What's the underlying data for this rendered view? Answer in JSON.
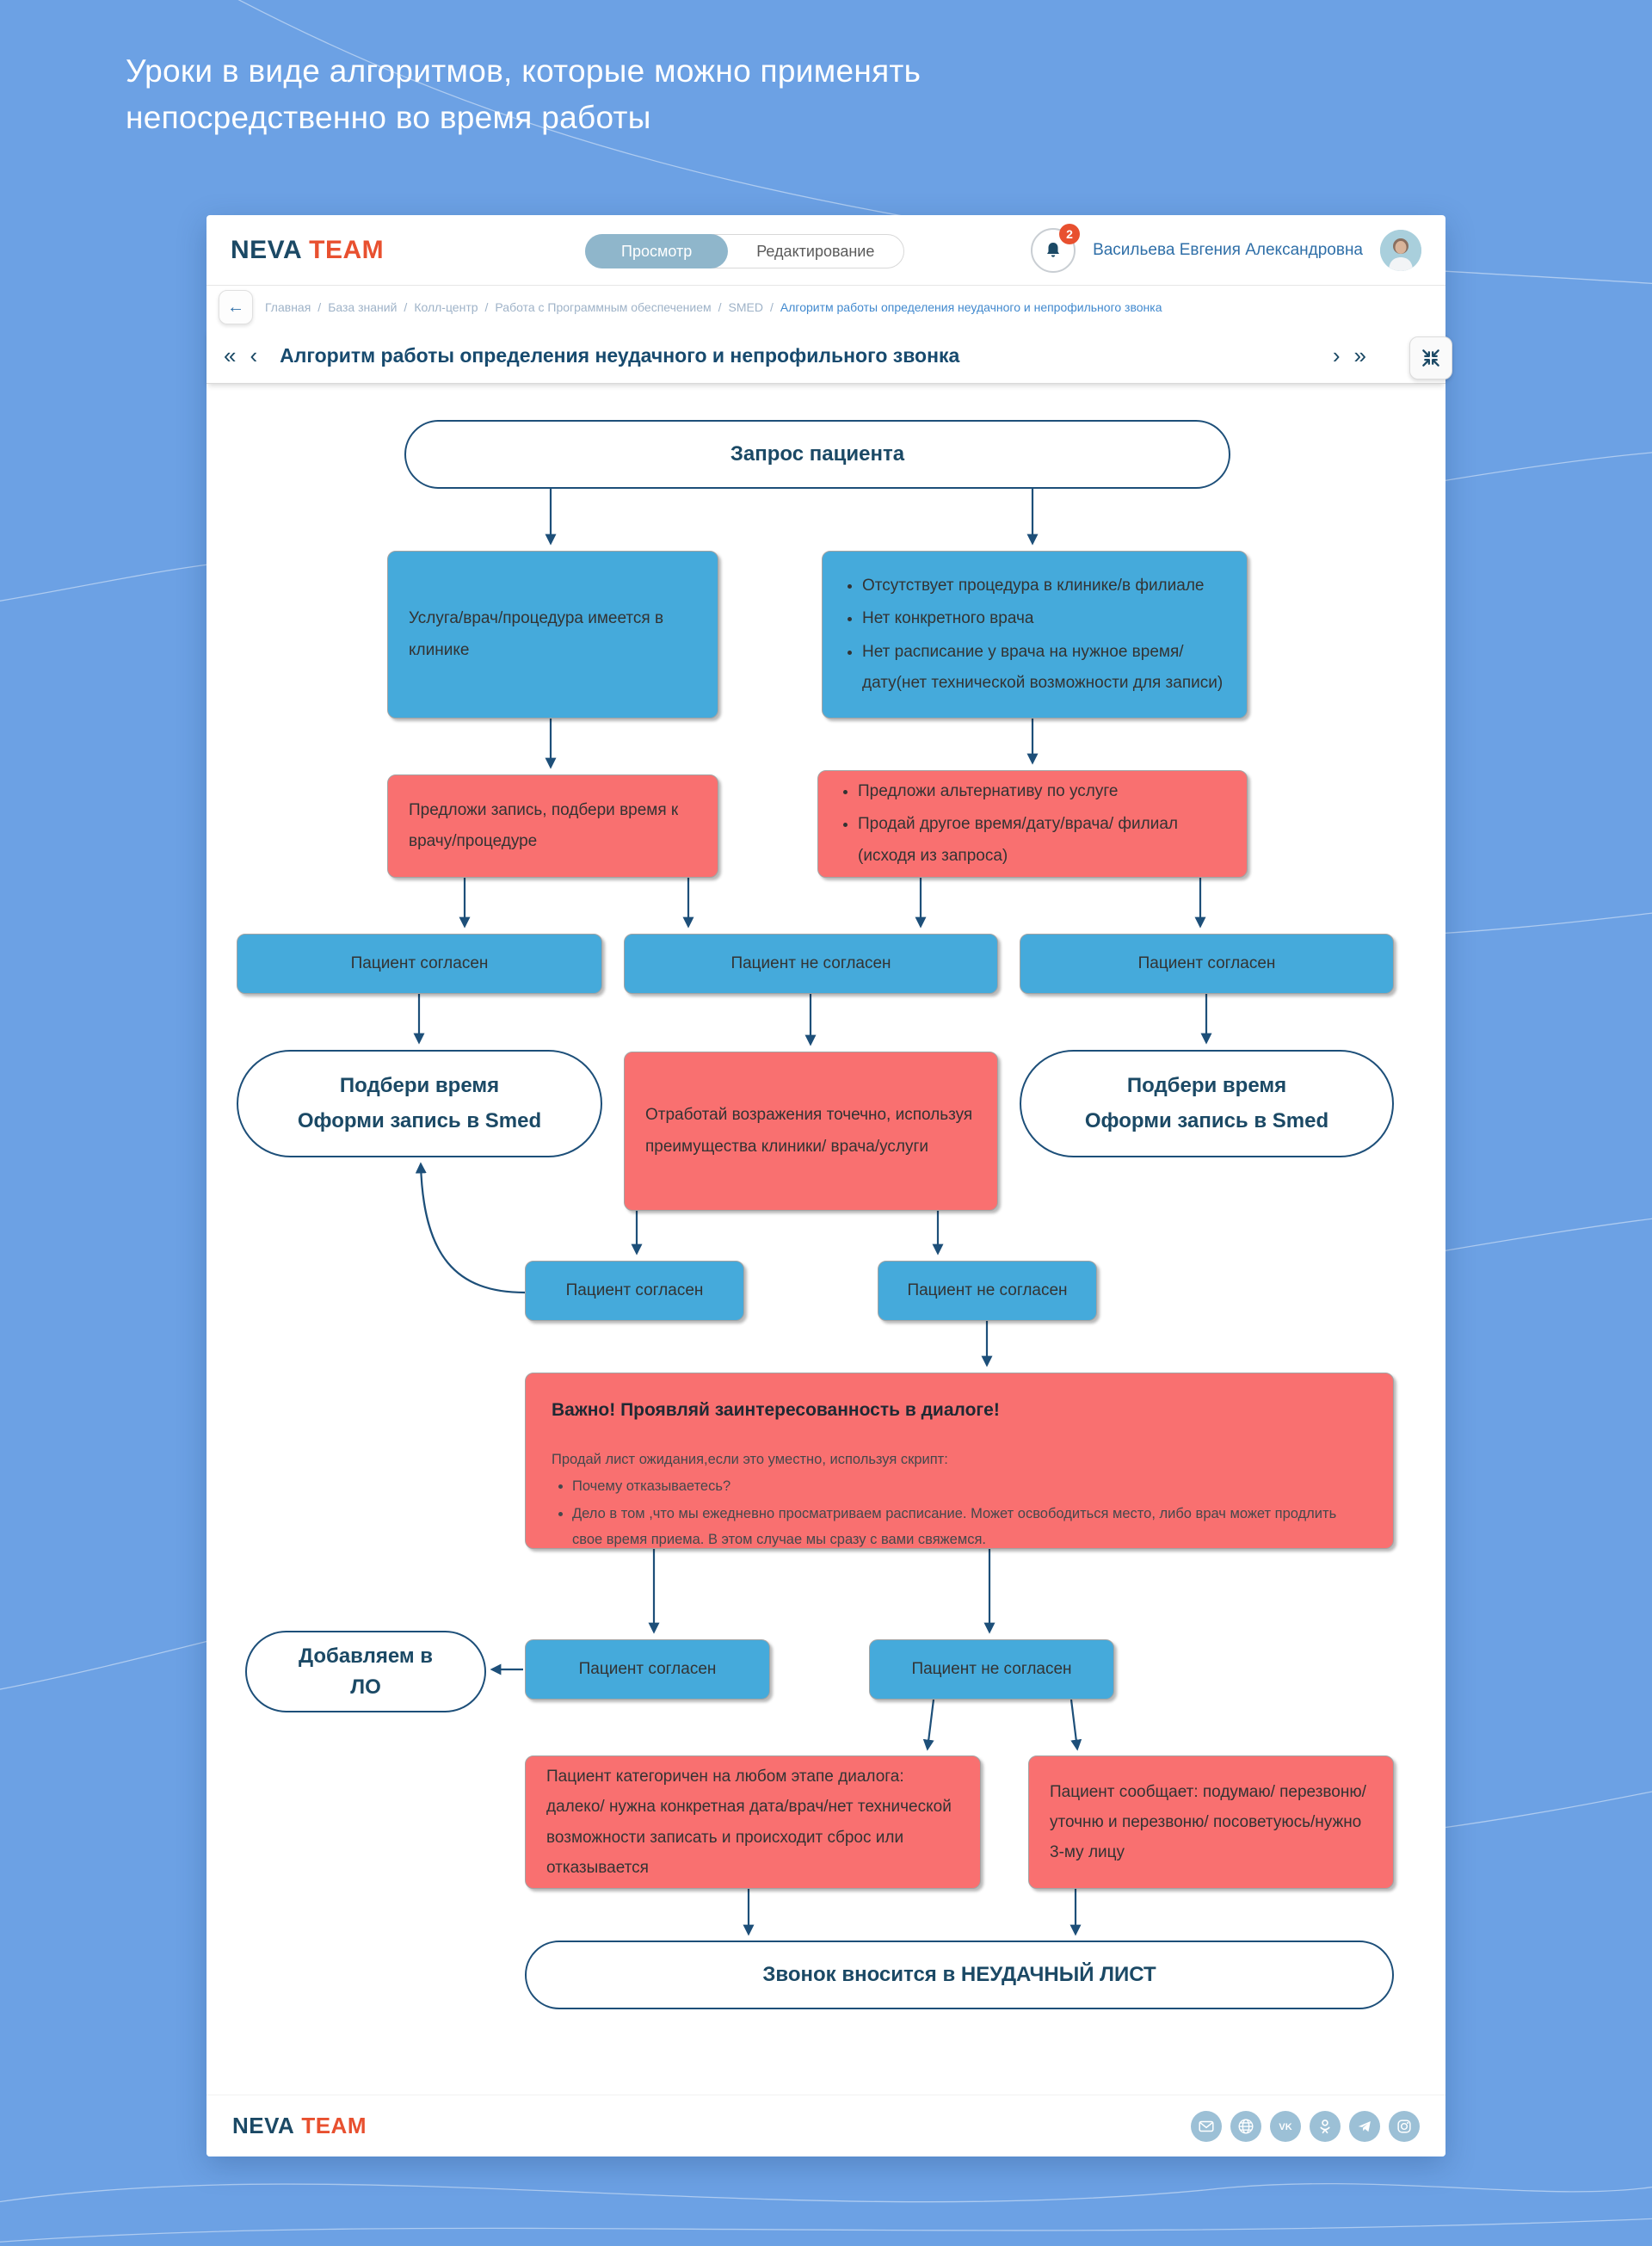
{
  "colors": {
    "page_bg": "#6CA1E4",
    "node_blue": "#45AADB",
    "node_red": "#F97070",
    "navy": "#1B4965",
    "logo_red": "#E8502F",
    "badge_red": "#E8502F"
  },
  "hero": {
    "heading_line1": "Уроки в виде алгоритмов, которые можно применять",
    "heading_line2": "непосредственно во время работы"
  },
  "app_header": {
    "logo_primary": "NEVA",
    "logo_secondary": "TEAM",
    "tabs": {
      "view": "Просмотр",
      "edit": "Редактирование"
    },
    "notifications_badge": "2",
    "user_name": "Васильева Евгения Александровна"
  },
  "breadcrumb": {
    "separator": "/",
    "items": [
      "Главная",
      "База знаний",
      "Колл-центр",
      "Работа с Программным обеспечением",
      "SMED"
    ],
    "current": "Алгоритм работы определения неудачного и непрофильного звонка"
  },
  "toolbar": {
    "back_icon": "←",
    "first_icon": "«",
    "prev_icon": "‹",
    "next_icon": "›",
    "last_icon": "»",
    "title": "Алгоритм работы определения неудачного и непрофильного звонка"
  },
  "flowchart": {
    "start": "Запрос пациента",
    "available": "Услуга/врач/процедура имеется в клинике",
    "unavailable": {
      "items": [
        "Отсутствует процедура в клинике/в филиале",
        "Нет конкретного врача",
        "Нет расписание у врача на нужное время/дату(нет технической возможности для записи)"
      ]
    },
    "offer_booking": "Предложи запись, подбери время к врачу/процедуре",
    "offer_alternative": {
      "items": [
        "Предложи альтернативу по услуге",
        "Продай другое время/дату/врача/ филиал (исходя из запроса)"
      ]
    },
    "agree_1": "Пациент согласен",
    "disagree_1": "Пациент не согласен",
    "agree_2": "Пациент согласен",
    "book_smed_left": {
      "line1": "Подбери время",
      "line2": "Оформи запись в Smed"
    },
    "objections": "Отработай возражения точечно, используя преимущества клиники/ врача/услуги",
    "book_smed_right": {
      "line1": "Подбери время",
      "line2": "Оформи запись в Smed"
    },
    "agree_3": "Пациент согласен",
    "disagree_2": "Пациент не согласен",
    "important": {
      "title": "Важно! Проявляй заинтересованность в диалоге!",
      "intro": "Продай лист ожидания,если это уместно, используя скрипт:",
      "items": [
        "Почему отказываетесь?",
        "Дело в том ,что мы ежедневно просматриваем расписание. Может освободиться место, либо врач может продлить свое время приема. В этом случае мы сразу с вами свяжемся."
      ]
    },
    "add_lo": {
      "line1": "Добавляем в",
      "line2": "ЛО"
    },
    "agree_4": "Пациент согласен",
    "disagree_3": "Пациент не согласен",
    "categorical": "Пациент категоричен на любом этапе диалога: далеко/ нужна конкретная дата/врач/нет технической возможности записать и происходит сброс или отказывается",
    "callback": "Пациент сообщает: подумаю/ перезвоню/уточню и перезвоню/ посоветуюсь/нужно 3-му лицу",
    "final": "Звонок вносится в НЕУДАЧНЫЙ ЛИСТ"
  },
  "footer": {
    "logo_primary": "NEVA",
    "logo_secondary": "TEAM",
    "social_icons": [
      "email",
      "website",
      "vk",
      "odnoklassniki",
      "telegram",
      "instagram"
    ]
  }
}
